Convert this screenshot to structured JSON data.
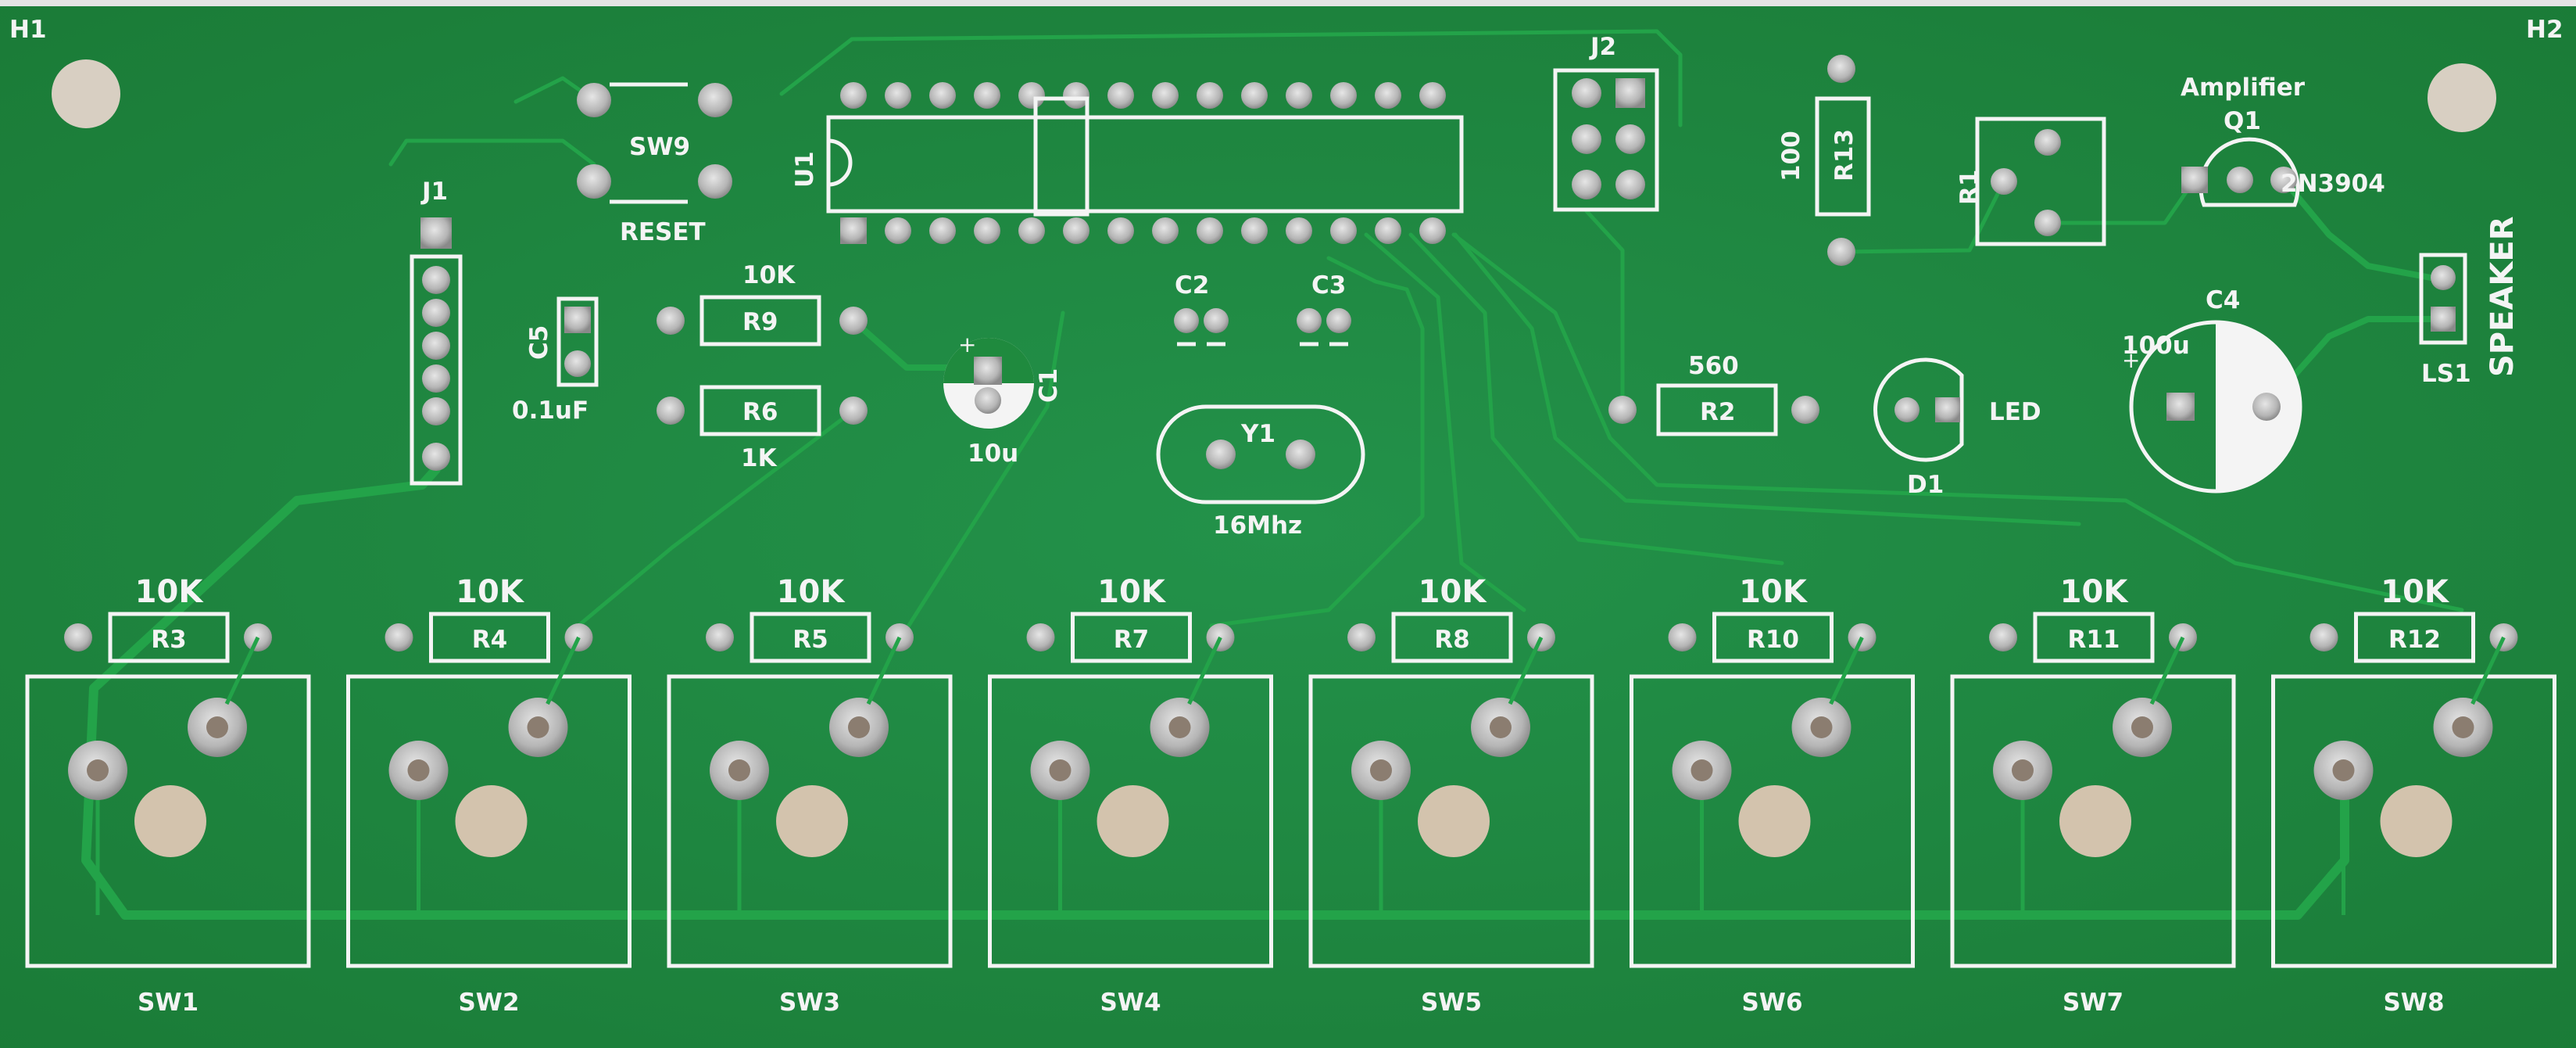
{
  "board": {
    "colors": {
      "mask": "#1f8a3e",
      "trace": "#23a349",
      "silk": "#f4f4f4",
      "edge": "#e4e4e4"
    },
    "holes": {
      "h1": "H1",
      "h2": "H2"
    },
    "headers": {
      "j1": "J1",
      "j2": "J2"
    },
    "ic": {
      "u1": "U1"
    },
    "reset": {
      "ref": "SW9",
      "label": "RESET"
    },
    "caps": {
      "c1": "C1",
      "c1_value": "10u",
      "c2": "C2",
      "c3": "C3",
      "c4": "C4",
      "c4_value": "100u",
      "c5": "C5",
      "c5_value": "0.1uF"
    },
    "resistors": {
      "r9": "R9",
      "r9_value": "10K",
      "r6": "R6",
      "r6_value": "1K",
      "r2": "R2",
      "r2_value": "560",
      "r13": "R13",
      "r13_value": "100",
      "r1": "R1"
    },
    "crystal": {
      "ref": "Y1",
      "value": "16Mhz"
    },
    "led": {
      "ref": "D1",
      "label": "LED"
    },
    "amp": {
      "title": "Amplifier",
      "ref": "Q1",
      "part": "2N3904"
    },
    "speaker": {
      "ref": "LS1",
      "label": "SPEAKER"
    },
    "switch_columns": [
      {
        "pull_value": "10K",
        "resistor": "R3",
        "switch": "SW1"
      },
      {
        "pull_value": "10K",
        "resistor": "R4",
        "switch": "SW2"
      },
      {
        "pull_value": "10K",
        "resistor": "R5",
        "switch": "SW3"
      },
      {
        "pull_value": "10K",
        "resistor": "R7",
        "switch": "SW4"
      },
      {
        "pull_value": "10K",
        "resistor": "R8",
        "switch": "SW5"
      },
      {
        "pull_value": "10K",
        "resistor": "R10",
        "switch": "SW6"
      },
      {
        "pull_value": "10K",
        "resistor": "R11",
        "switch": "SW7"
      },
      {
        "pull_value": "10K",
        "resistor": "R12",
        "switch": "SW8"
      }
    ]
  }
}
